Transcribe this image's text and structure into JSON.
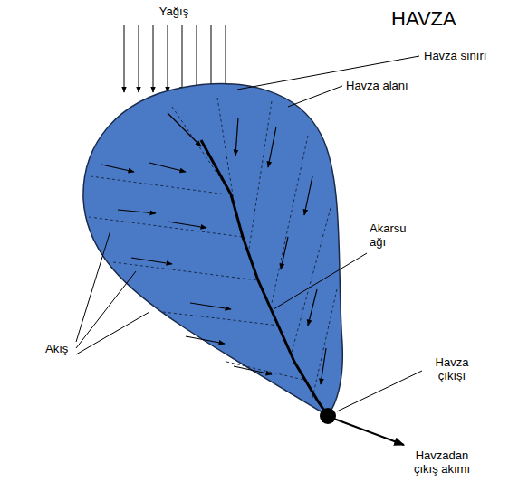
{
  "diagram": {
    "title": "HAVZA",
    "labels": [
      "Yağış",
      "Havza sınırı",
      "Havza alanı",
      "Akarsu ağı",
      "Akış",
      "Havza çıkışı",
      "Havzadan çıkış akımı"
    ]
  }
}
